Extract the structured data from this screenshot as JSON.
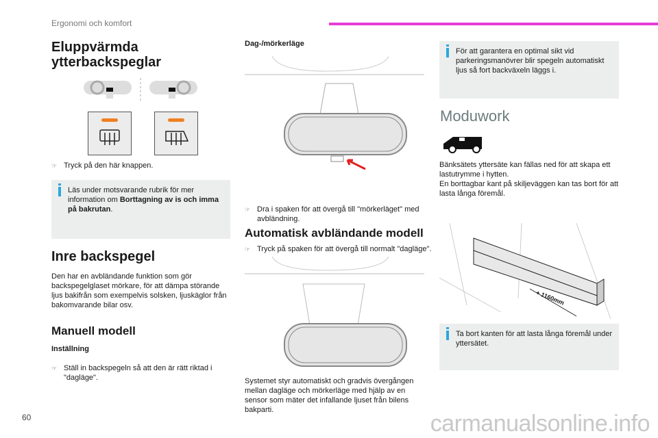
{
  "header": {
    "section": "Ergonomi och komfort",
    "accent": "#e63cd6"
  },
  "col1": {
    "title": "Eluppvärmda ytterbackspeglar",
    "bullet1": "Tryck på den här knappen.",
    "info": {
      "pre": "Läs under motsvarande rubrik för mer information om ",
      "bold": "Borttagning av is och imma på bakrutan",
      "post": "."
    },
    "inre_title": "Inre backspegel",
    "inre_text": "Den har en avbländande funktion som gör backspegelglaset mörkare, för att dämpa störande ljus bakifrån som exempelvis solsken, ljuskäglor från bakomvarande bilar osv.",
    "manuell_title": "Manuell modell",
    "installning_label": "Inställning",
    "installning_bullet": "Ställ in backspegeln så att den är rätt riktad i \"dagläge\"."
  },
  "col2": {
    "dag_label": "Dag-/mörkerläge",
    "bullet1": "Dra i spaken för att övergå till \"mörkerläget\" med avbländning.",
    "bullet2": "Tryck på spaken för att övergå till normalt \"dagläge\".",
    "auto_title": "Automatisk avbländande modell",
    "auto_text": "Systemet styr automatiskt och gradvis övergången mellan dagläge och mörkerläge med hjälp av en sensor som mäter det infallande ljuset från bilens bakparti."
  },
  "col3": {
    "info1": "För att garantera en optimal sikt vid parkeringsmanövrer blir spegeln automatiskt ljus så fort backväxeln läggs i.",
    "moduwork_title": "Moduwork",
    "moduwork_text1": "Bänksätets yttersäte kan fällas ned för att skapa ett lastutrymme i hytten.",
    "moduwork_text2": "En borttagbar kant på skiljeväggen kan tas bort för att lasta långa föremål.",
    "dimension_label": "+ 1160mm",
    "info2": "Ta bort kanten för att lasta långa föremål under yttersätet."
  },
  "footer": {
    "page": "60",
    "watermark": "carmanualsonline.info"
  }
}
